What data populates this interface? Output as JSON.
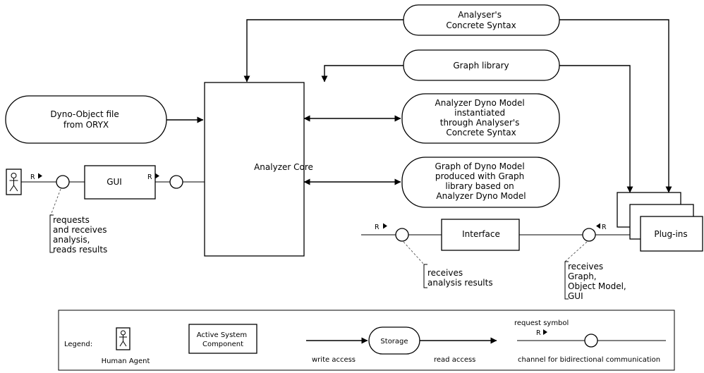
{
  "nodes": {
    "analyser_syntax": [
      "Analyser's",
      "Concrete Syntax"
    ],
    "graph_library": [
      "Graph library"
    ],
    "dyno_object_file": [
      "Dyno-Object file",
      "from ORYX"
    ],
    "analyzer_core": [
      "Analyzer Core"
    ],
    "dyno_model": [
      "Analyzer Dyno Model",
      "instantiated",
      "through Analyser's",
      "Concrete Syntax"
    ],
    "graph_of_model": [
      "Graph of Dyno Model",
      "produced with Graph",
      "library based on",
      "Analyzer Dyno Model"
    ],
    "gui": [
      "GUI"
    ],
    "interface": [
      "Interface"
    ],
    "plugins": [
      "Plug-ins"
    ]
  },
  "request_marks": {
    "human_gui": "R",
    "gui_core": "R",
    "core_interface": "R",
    "plugins_interface": "R"
  },
  "notes": {
    "gui_requests": [
      "requests",
      "and receives",
      "analysis,",
      "reads results"
    ],
    "interface_receives": [
      "receives",
      "analysis results"
    ],
    "plugins_receives": [
      "receives",
      "Graph,",
      "Object Model,",
      "GUI"
    ]
  },
  "legend": {
    "title": "Legend:",
    "human_agent": "Human Agent",
    "active_component": [
      "Active System",
      "Component"
    ],
    "storage": "Storage",
    "write_access": "write access",
    "read_access": "read access",
    "request_symbol": "request symbol",
    "request_mark": "R",
    "channel": "channel for bidirectional communication"
  }
}
